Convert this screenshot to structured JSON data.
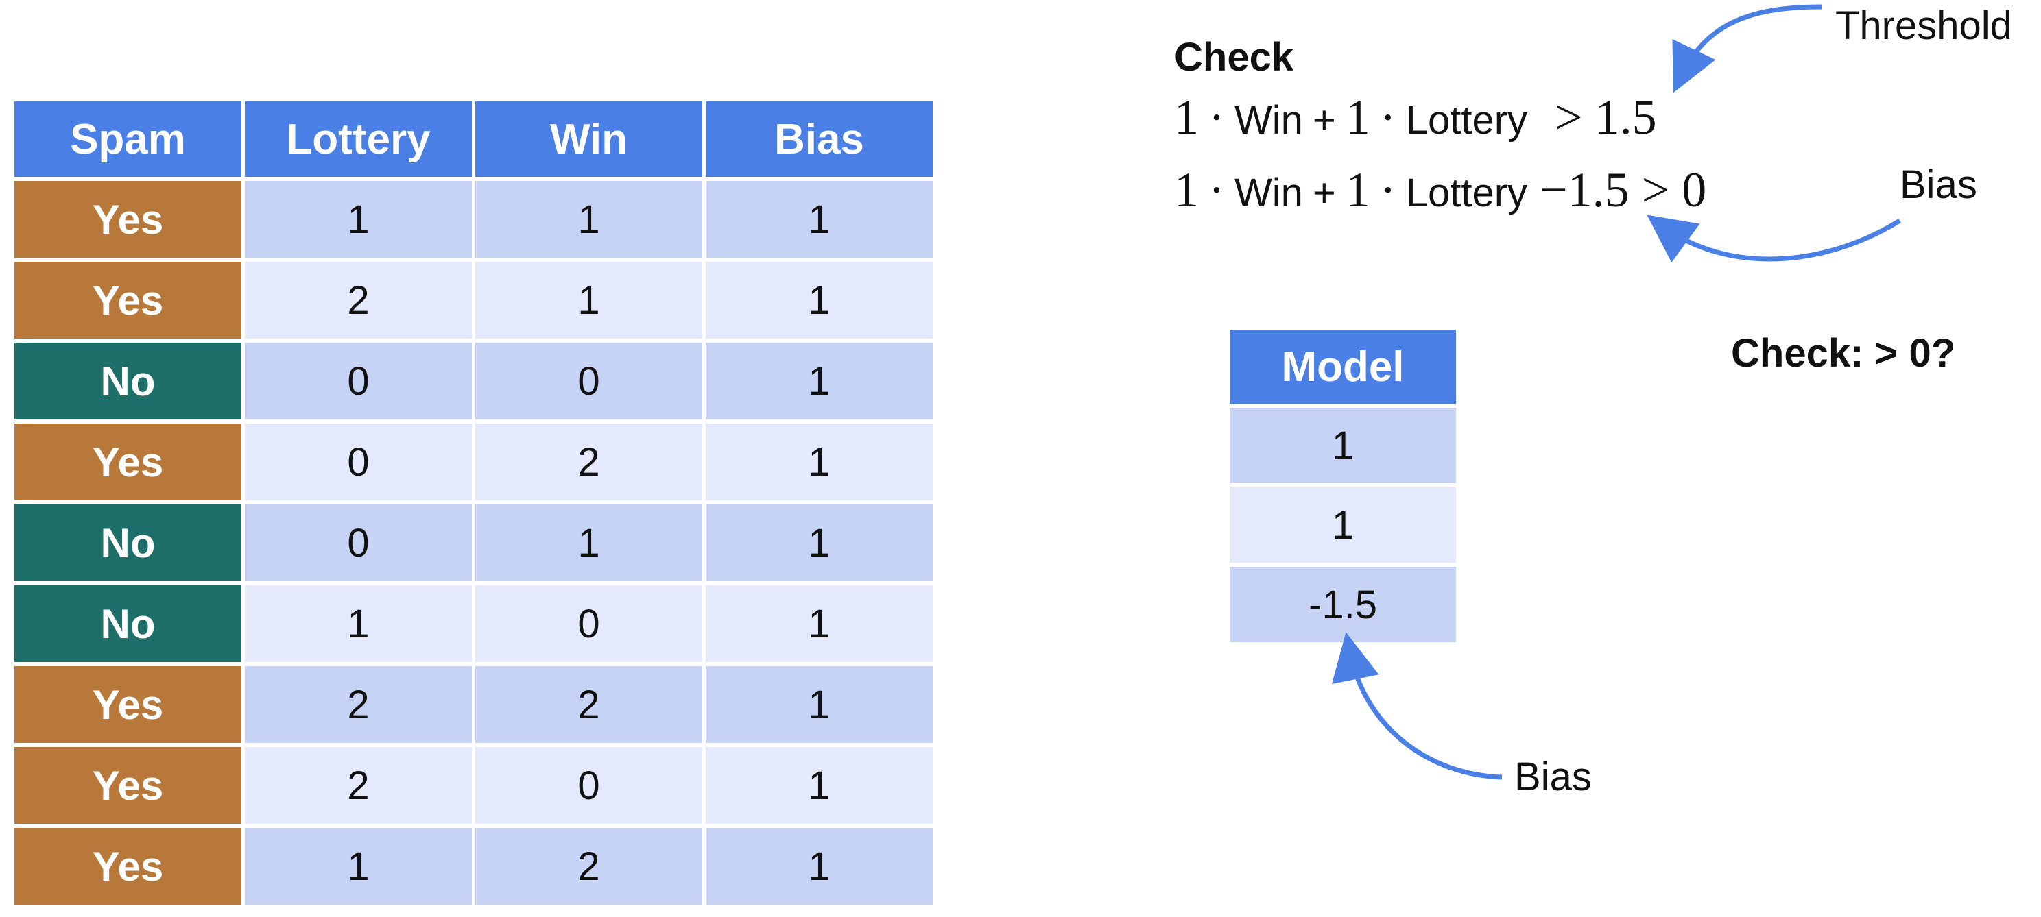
{
  "table": {
    "headers": [
      "Spam",
      "Lottery",
      "Win",
      "Bias"
    ],
    "rows": [
      {
        "spam": "Yes",
        "lottery": "1",
        "win": "1",
        "bias": "1"
      },
      {
        "spam": "Yes",
        "lottery": "2",
        "win": "1",
        "bias": "1"
      },
      {
        "spam": "No",
        "lottery": "0",
        "win": "0",
        "bias": "1"
      },
      {
        "spam": "Yes",
        "lottery": "0",
        "win": "2",
        "bias": "1"
      },
      {
        "spam": "No",
        "lottery": "0",
        "win": "1",
        "bias": "1"
      },
      {
        "spam": "No",
        "lottery": "1",
        "win": "0",
        "bias": "1"
      },
      {
        "spam": "Yes",
        "lottery": "2",
        "win": "2",
        "bias": "1"
      },
      {
        "spam": "Yes",
        "lottery": "2",
        "win": "0",
        "bias": "1"
      },
      {
        "spam": "Yes",
        "lottery": "1",
        "win": "2",
        "bias": "1"
      }
    ]
  },
  "check": {
    "title": "Check",
    "eq1": {
      "c1": "1",
      "dot1": "·",
      "t1": "Win",
      "plus": "+",
      "c2": "1",
      "dot2": "·",
      "t2": "Lottery",
      "rel": "> 1.5"
    },
    "eq2": {
      "c1": "1",
      "dot1": "·",
      "t1": "Win",
      "plus": "+",
      "c2": "1",
      "dot2": "·",
      "t2": "Lottery",
      "rel": "−1.5 > 0"
    }
  },
  "annotations": {
    "threshold": "Threshold",
    "bias_top": "Bias",
    "bias_bottom": "Bias",
    "check_zero": "Check: > 0?"
  },
  "model": {
    "header": "Model",
    "values": [
      "1",
      "1",
      "-1.5"
    ]
  },
  "colors": {
    "header_blue": "#4a7fe5",
    "yes_orange": "#b8783a",
    "no_teal": "#1e6f6a",
    "row_dark": "#c7d3f5",
    "row_light": "#e4e9fb",
    "arrow_blue": "#4a7fe5"
  }
}
